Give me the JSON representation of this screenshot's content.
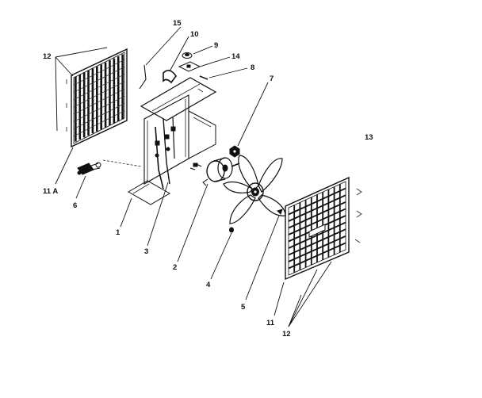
{
  "diagram": {
    "callouts": [
      {
        "id": "callout-1",
        "text": "1"
      },
      {
        "id": "callout-2",
        "text": "2"
      },
      {
        "id": "callout-3",
        "text": "3"
      },
      {
        "id": "callout-4",
        "text": "4"
      },
      {
        "id": "callout-5",
        "text": "5"
      },
      {
        "id": "callout-6",
        "text": "6"
      },
      {
        "id": "callout-7",
        "text": "7"
      },
      {
        "id": "callout-8",
        "text": "8"
      },
      {
        "id": "callout-9",
        "text": "9"
      },
      {
        "id": "callout-10",
        "text": "10"
      },
      {
        "id": "callout-11",
        "text": "11"
      },
      {
        "id": "callout-11a",
        "text": "11 A"
      },
      {
        "id": "callout-12-top",
        "text": "12"
      },
      {
        "id": "callout-12-bottom",
        "text": "12"
      },
      {
        "id": "callout-13",
        "text": "13"
      },
      {
        "id": "callout-14",
        "text": "14"
      },
      {
        "id": "callout-15",
        "text": "15"
      }
    ]
  }
}
